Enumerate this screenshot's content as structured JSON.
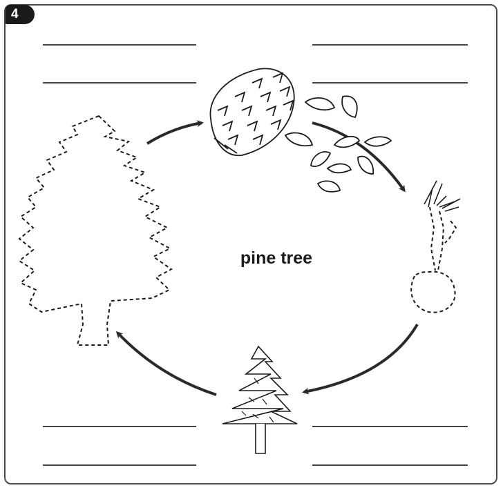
{
  "badge": {
    "number": "4"
  },
  "diagram": {
    "title": "pine tree"
  },
  "stages": [
    {
      "id": "pine-cone",
      "icon": "pine-cone"
    },
    {
      "id": "seeds",
      "icon": "pine-seeds"
    },
    {
      "id": "seedling",
      "icon": "seedling"
    },
    {
      "id": "young-tree",
      "icon": "young-pine-tree"
    },
    {
      "id": "mature-tree",
      "icon": "mature-pine-tree-outline"
    }
  ],
  "colors": {
    "ink": "#1b1b1b",
    "arrow": "#2a2a2a",
    "border": "#4a4a4a"
  }
}
